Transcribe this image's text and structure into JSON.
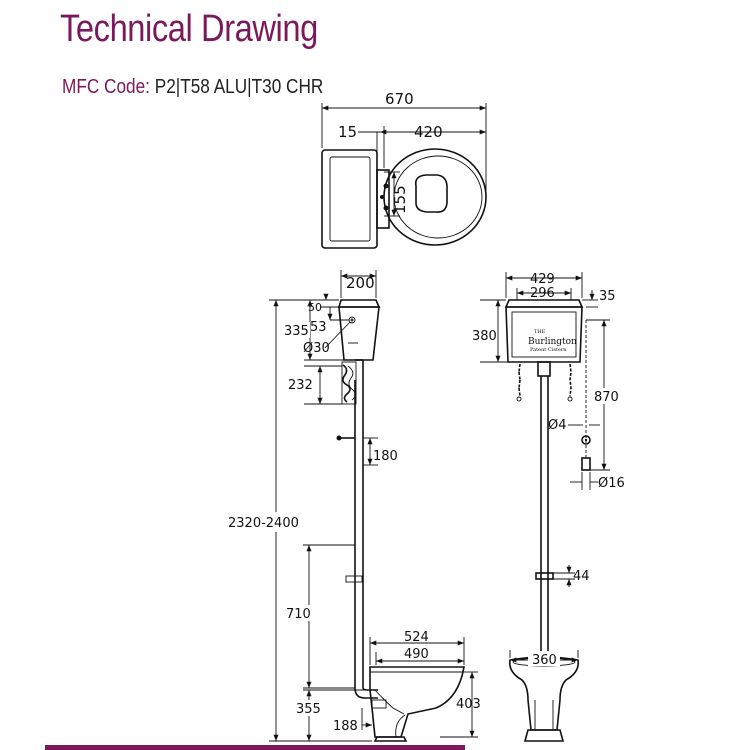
{
  "title": "Technical Drawing",
  "mfc": {
    "label": "MFC Code:",
    "value": "P2|T58 ALU|T30 CHR"
  },
  "top_view": {
    "width": "670",
    "pan": "420",
    "gap": "15",
    "depth": "155"
  },
  "side_view": {
    "cistern_depth": "200",
    "lid": "50",
    "cistern_height": "335",
    "inlet": "53",
    "inlet_dia": "Ø30",
    "bracket": "232",
    "handle": "180",
    "total_height": "2320-2400",
    "lower_pipe": "710",
    "pan_height": "355",
    "outlet": "188",
    "pan_outer": "524",
    "pan_inner": "490",
    "pan_rim": "403"
  },
  "front_view": {
    "cistern_outer": "429",
    "cistern_inner": "296",
    "top_gap": "35",
    "cistern_h": "380",
    "chain": "870",
    "chain_dia": "Ø4",
    "pull_dia": "Ø16",
    "clip": "44",
    "pan_width": "360",
    "logo_top": "THE",
    "logo_main": "Burlington",
    "logo_sub": "Patent Cistern"
  }
}
